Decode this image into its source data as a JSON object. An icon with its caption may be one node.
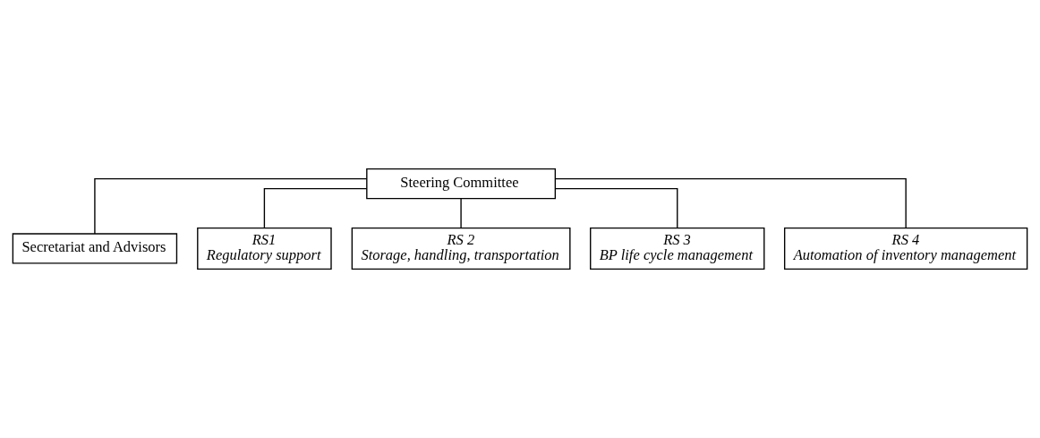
{
  "diagram": {
    "nodes": [
      {
        "text": [
          "Steering Committee"
        ]
      },
      {
        "text": [
          "Secretariat and Advisors"
        ]
      },
      {
        "text": [
          "RS1",
          "Regulatory support"
        ]
      },
      {
        "text": [
          "RS 2",
          "Storage, handling, transportation"
        ]
      },
      {
        "text": [
          "RS 3",
          "BP life cycle management"
        ]
      },
      {
        "text": [
          "RS 4",
          "Automation of inventory management"
        ]
      }
    ],
    "edges": [
      {
        "from": 0,
        "to": 1,
        "arrow": "none"
      },
      {
        "from": 0,
        "to": 2,
        "arrow": "none"
      },
      {
        "from": 0,
        "to": 3,
        "arrow": "none"
      },
      {
        "from": 0,
        "to": 4,
        "arrow": "none"
      },
      {
        "from": 0,
        "to": 5,
        "arrow": "none"
      }
    ]
  }
}
